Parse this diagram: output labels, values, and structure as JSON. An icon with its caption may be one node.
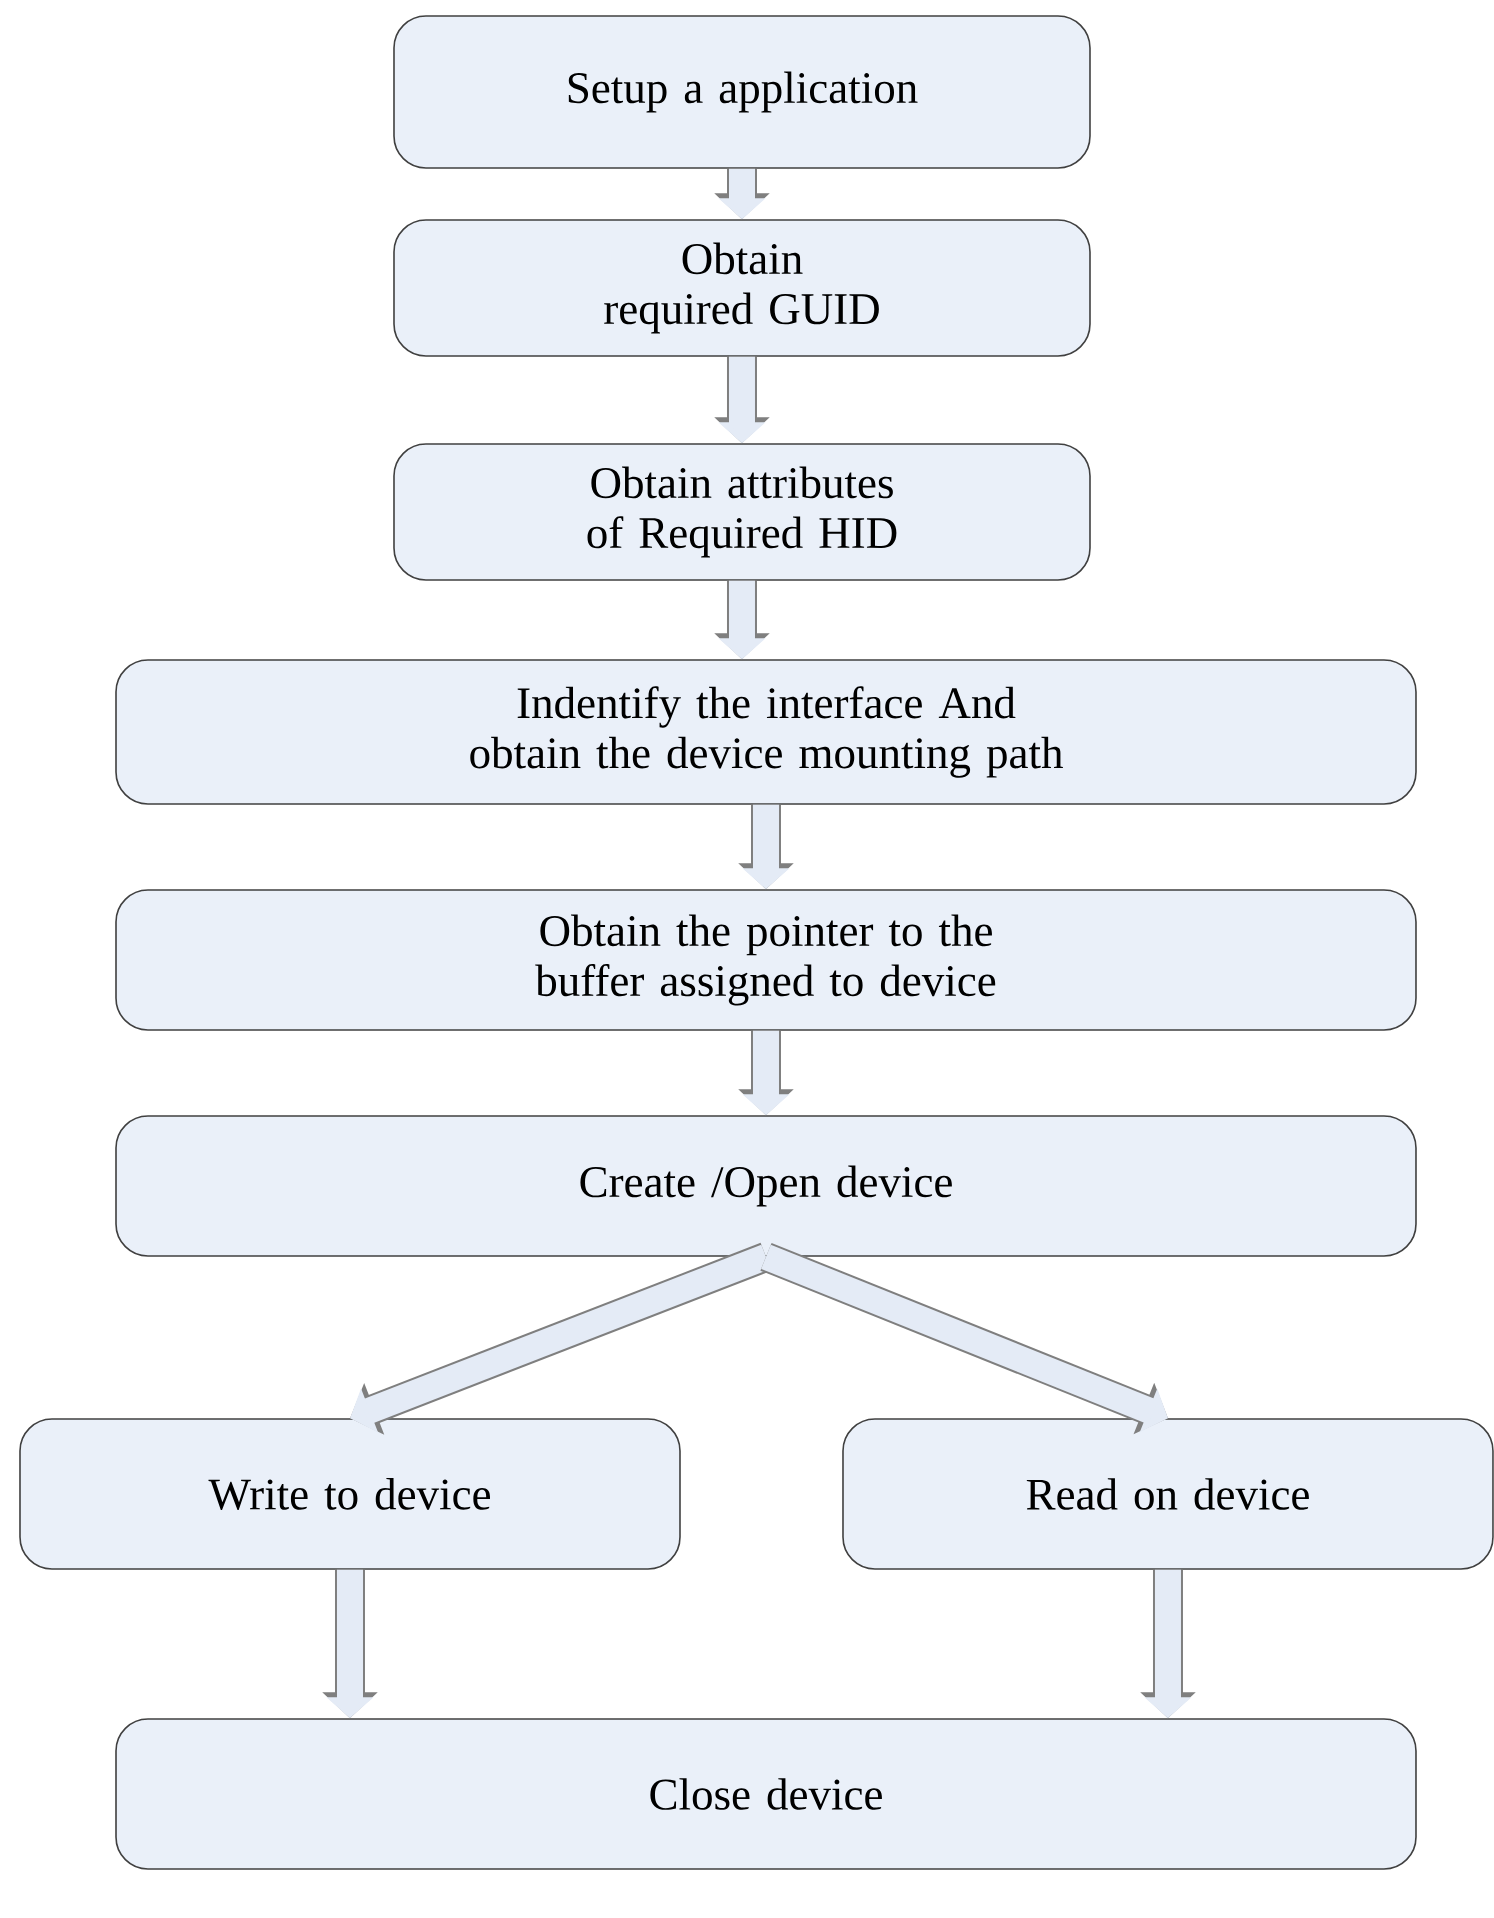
{
  "diagram": {
    "nodes": [
      {
        "text": [
          "Setup a application"
        ]
      },
      {
        "text": [
          "Obtain required GUID"
        ]
      },
      {
        "text": [
          "Obtain attributes of Required HID"
        ]
      },
      {
        "text": [
          "Indentify the interface And obtain the device mounting path"
        ]
      },
      {
        "text": [
          "Obtain the pointer to the buffer assigned to device"
        ]
      },
      {
        "text": [
          "Create /Open device"
        ]
      },
      {
        "text": [
          "Write to device"
        ]
      },
      {
        "text": [
          "Read on device"
        ]
      },
      {
        "text": [
          "Close device"
        ]
      }
    ],
    "edges": [
      {
        "from": 0,
        "to": 1,
        "arrow": "to"
      },
      {
        "from": 1,
        "to": 2,
        "arrow": "to"
      },
      {
        "from": 2,
        "to": 3,
        "arrow": "to"
      },
      {
        "from": 3,
        "to": 4,
        "arrow": "to"
      },
      {
        "from": 4,
        "to": 5,
        "arrow": "to"
      },
      {
        "from": 5,
        "to": 6,
        "arrow": "to"
      },
      {
        "from": 5,
        "to": 7,
        "arrow": "to"
      },
      {
        "from": 6,
        "to": 8,
        "arrow": "to"
      },
      {
        "from": 7,
        "to": 8,
        "arrow": "to"
      }
    ]
  }
}
